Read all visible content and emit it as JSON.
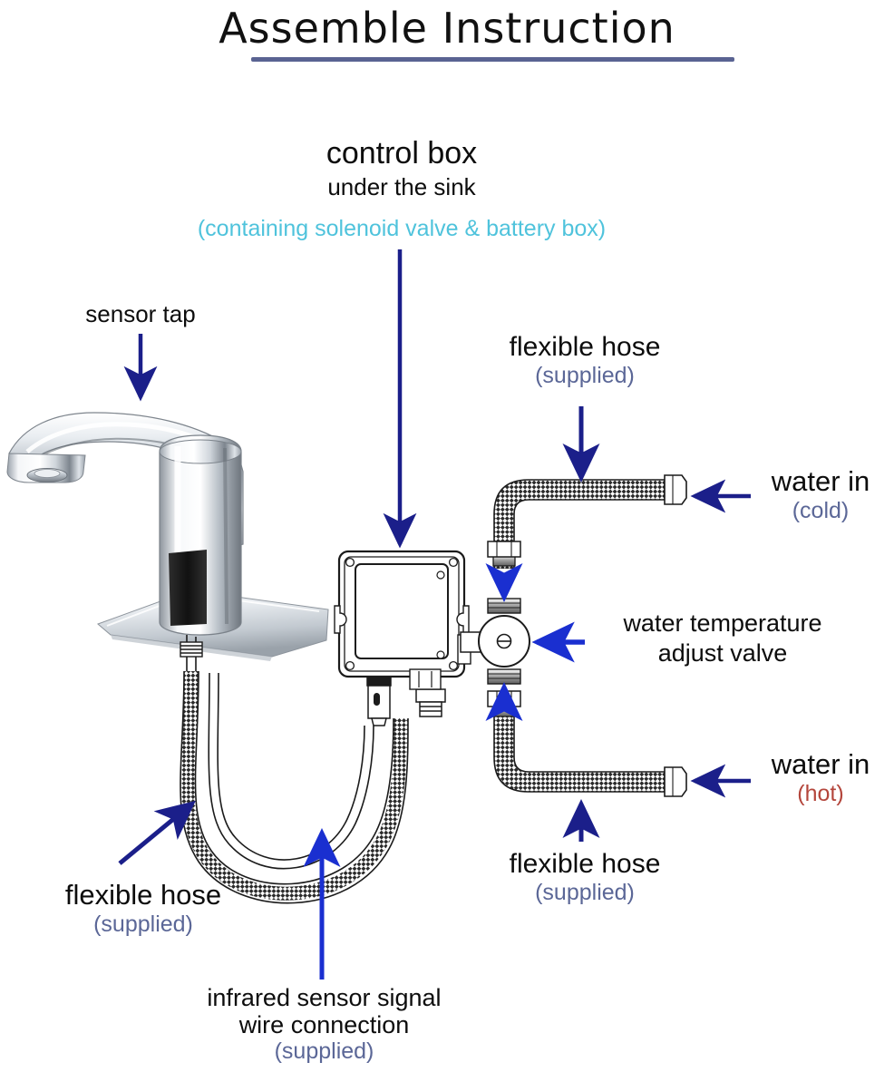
{
  "title": "Assemble  Instruction",
  "colors": {
    "arrow_navy": "#1b1f8a",
    "arrow_blue": "#1a2fd0",
    "title_rule": "#5a6392",
    "text_black": "#0d0d0d",
    "text_slate": "#5b6797",
    "text_cyan": "#4fc3dc",
    "text_red": "#b4463c",
    "line": "#1b1b1b",
    "chrome_light": "#f2f4f7",
    "chrome_mid": "#b9c0c8",
    "chrome_dark": "#6b7279",
    "sensor_window": "#1a1a1a"
  },
  "labels": {
    "control_box": {
      "line1": "control  box",
      "line2": "under the sink",
      "line3": "(containing solenoid valve & battery box)"
    },
    "sensor_tap": "sensor tap",
    "hose_top_right": {
      "line1": "flexible hose",
      "line2": "(supplied)"
    },
    "water_in_cold": {
      "line1": "water in",
      "line2": "(cold)"
    },
    "water_in_hot": {
      "line1": "water in",
      "line2": "(hot)"
    },
    "temp_valve": {
      "line1": "water temperature",
      "line2": "adjust valve"
    },
    "hose_bottom_right": {
      "line1": "flexible hose",
      "line2": "(supplied)"
    },
    "hose_bottom_left": {
      "line1": "flexible hose",
      "line2": "(supplied)"
    },
    "signal_wire": {
      "line1": "infrared sensor signal",
      "line2": "wire connection",
      "line3": "(supplied)"
    }
  },
  "parts": [
    {
      "name": "sensor-tap",
      "description": "chrome infrared sensor faucet on deck plate"
    },
    {
      "name": "control-box",
      "description": "square control box containing solenoid valve and battery box"
    },
    {
      "name": "temperature-valve",
      "description": "round water temperature adjust valve with slotted screw"
    },
    {
      "name": "flexible-hose-cold",
      "description": "braided flexible hose from cold water inlet to valve"
    },
    {
      "name": "flexible-hose-hot",
      "description": "braided flexible hose from hot water inlet to valve"
    },
    {
      "name": "flexible-hose-outlet",
      "description": "braided flexible hose from control box to tap"
    },
    {
      "name": "signal-wire",
      "description": "infrared sensor signal wire from tap to control box"
    }
  ]
}
